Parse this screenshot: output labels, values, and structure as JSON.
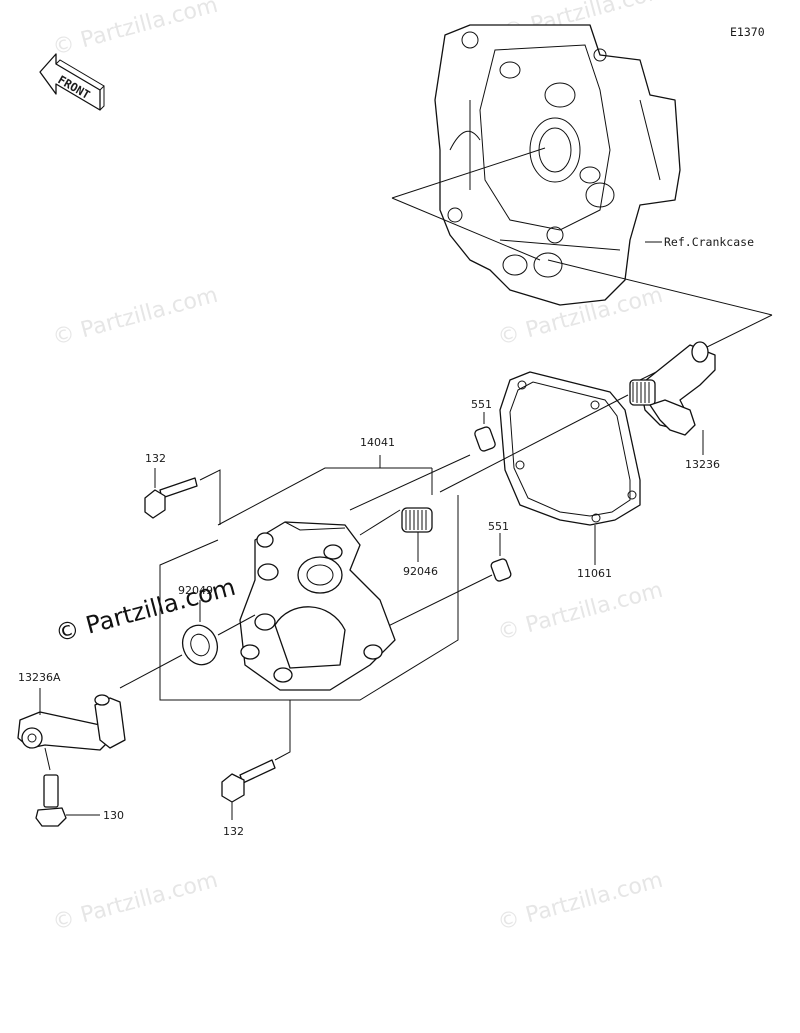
{
  "diagram_code": "E1370",
  "front_label": "FRONT",
  "reference_label": "Ref.Crankcase",
  "watermark_text": "© Partzilla.com",
  "main_watermark_text": "© Partzilla.com",
  "parts": {
    "p14041": "14041",
    "p551_top": "551",
    "p551_mid": "551",
    "p13236": "13236",
    "p132_top": "132",
    "p132_bottom": "132",
    "p92046": "92046",
    "p11061": "11061",
    "p92049": "92049",
    "p13236A": "13236A",
    "p130": "130"
  },
  "colors": {
    "line": "#111111",
    "watermark": "#e6e6e6",
    "background": "#ffffff"
  }
}
